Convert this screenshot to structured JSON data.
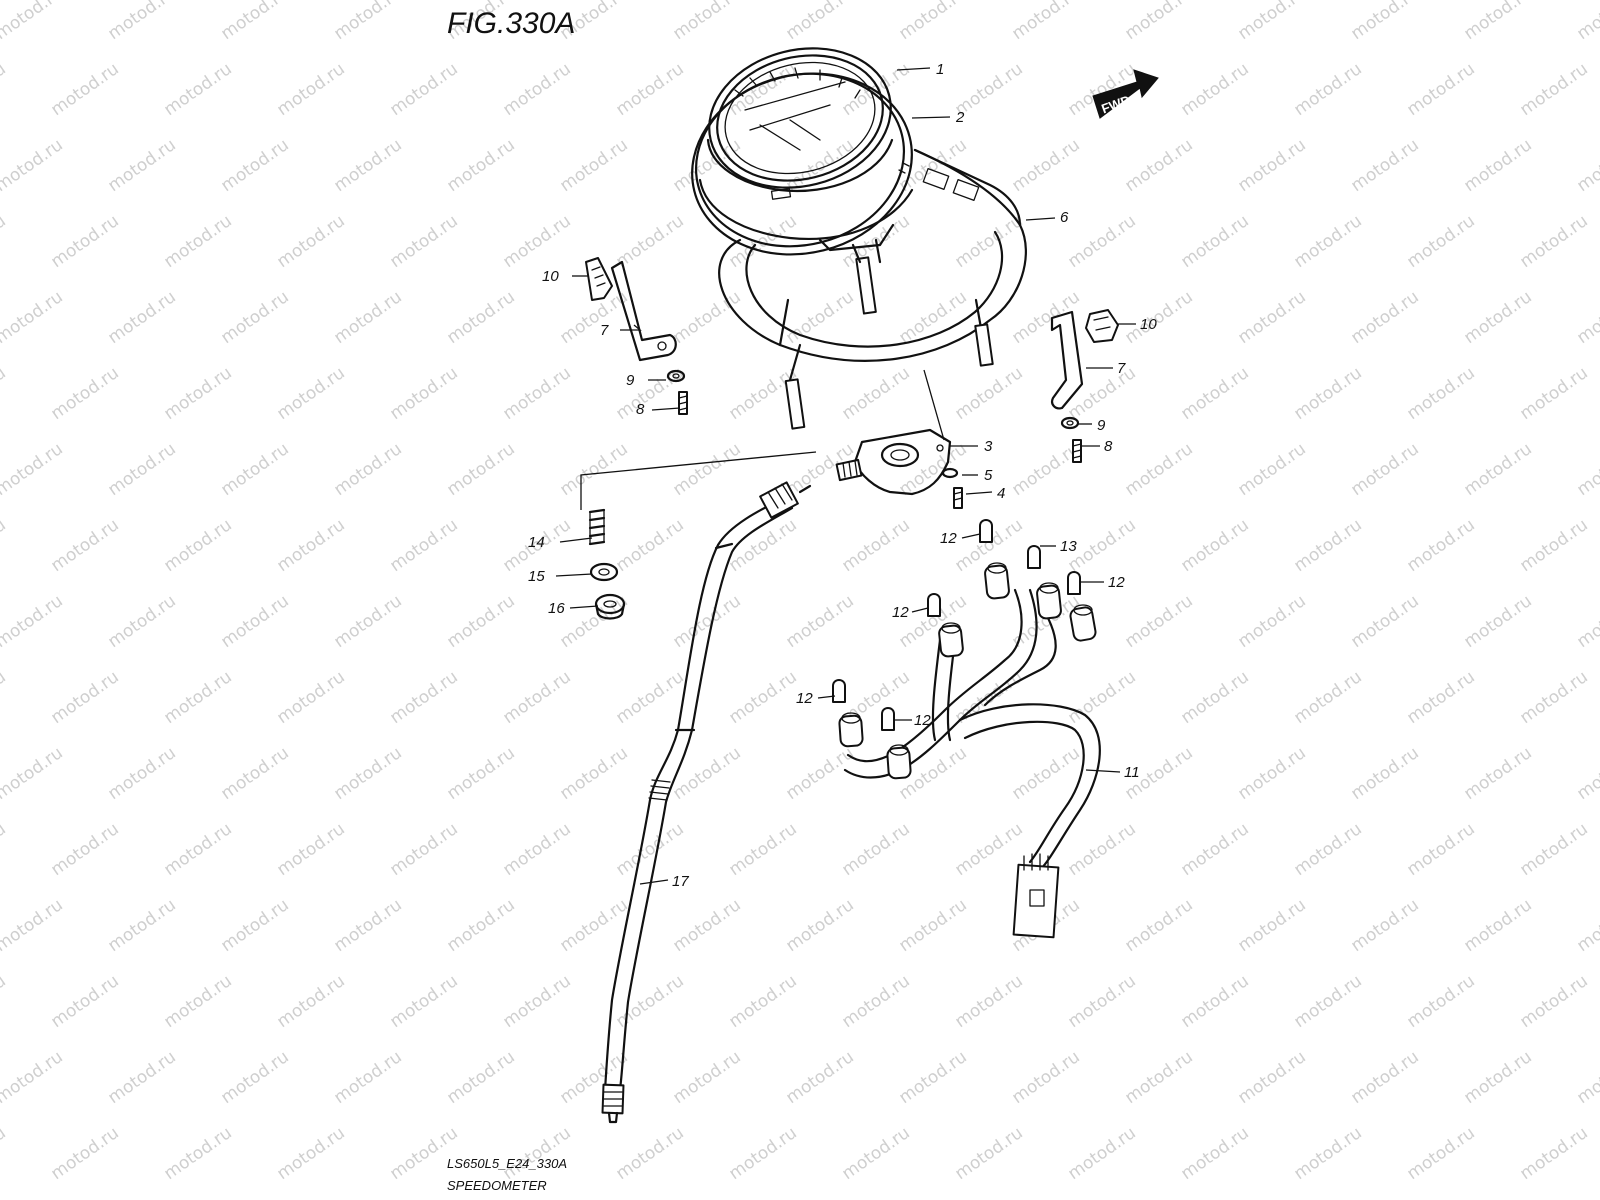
{
  "figure": {
    "title": "FIG.330A",
    "model_code": "LS650L5_E24_330A",
    "section_name": "SPEEDOMETER",
    "forward_label": "FWD"
  },
  "watermark": {
    "text": "motod.ru"
  },
  "callouts": {
    "c1": "1",
    "c2": "2",
    "c3": "3",
    "c4": "4",
    "c5": "5",
    "c6": "6",
    "c7a": "7",
    "c7b": "7",
    "c8a": "8",
    "c8b": "8",
    "c9a": "9",
    "c9b": "9",
    "c10a": "10",
    "c10b": "10",
    "c11": "11",
    "c12a": "12",
    "c12b": "12",
    "c12c": "12",
    "c12d": "12",
    "c12e": "12",
    "c13": "13",
    "c14": "14",
    "c15": "15",
    "c16": "16",
    "c17": "17"
  },
  "colors": {
    "line": "#111111",
    "watermark": "#cfcfcf",
    "background": "#ffffff"
  }
}
